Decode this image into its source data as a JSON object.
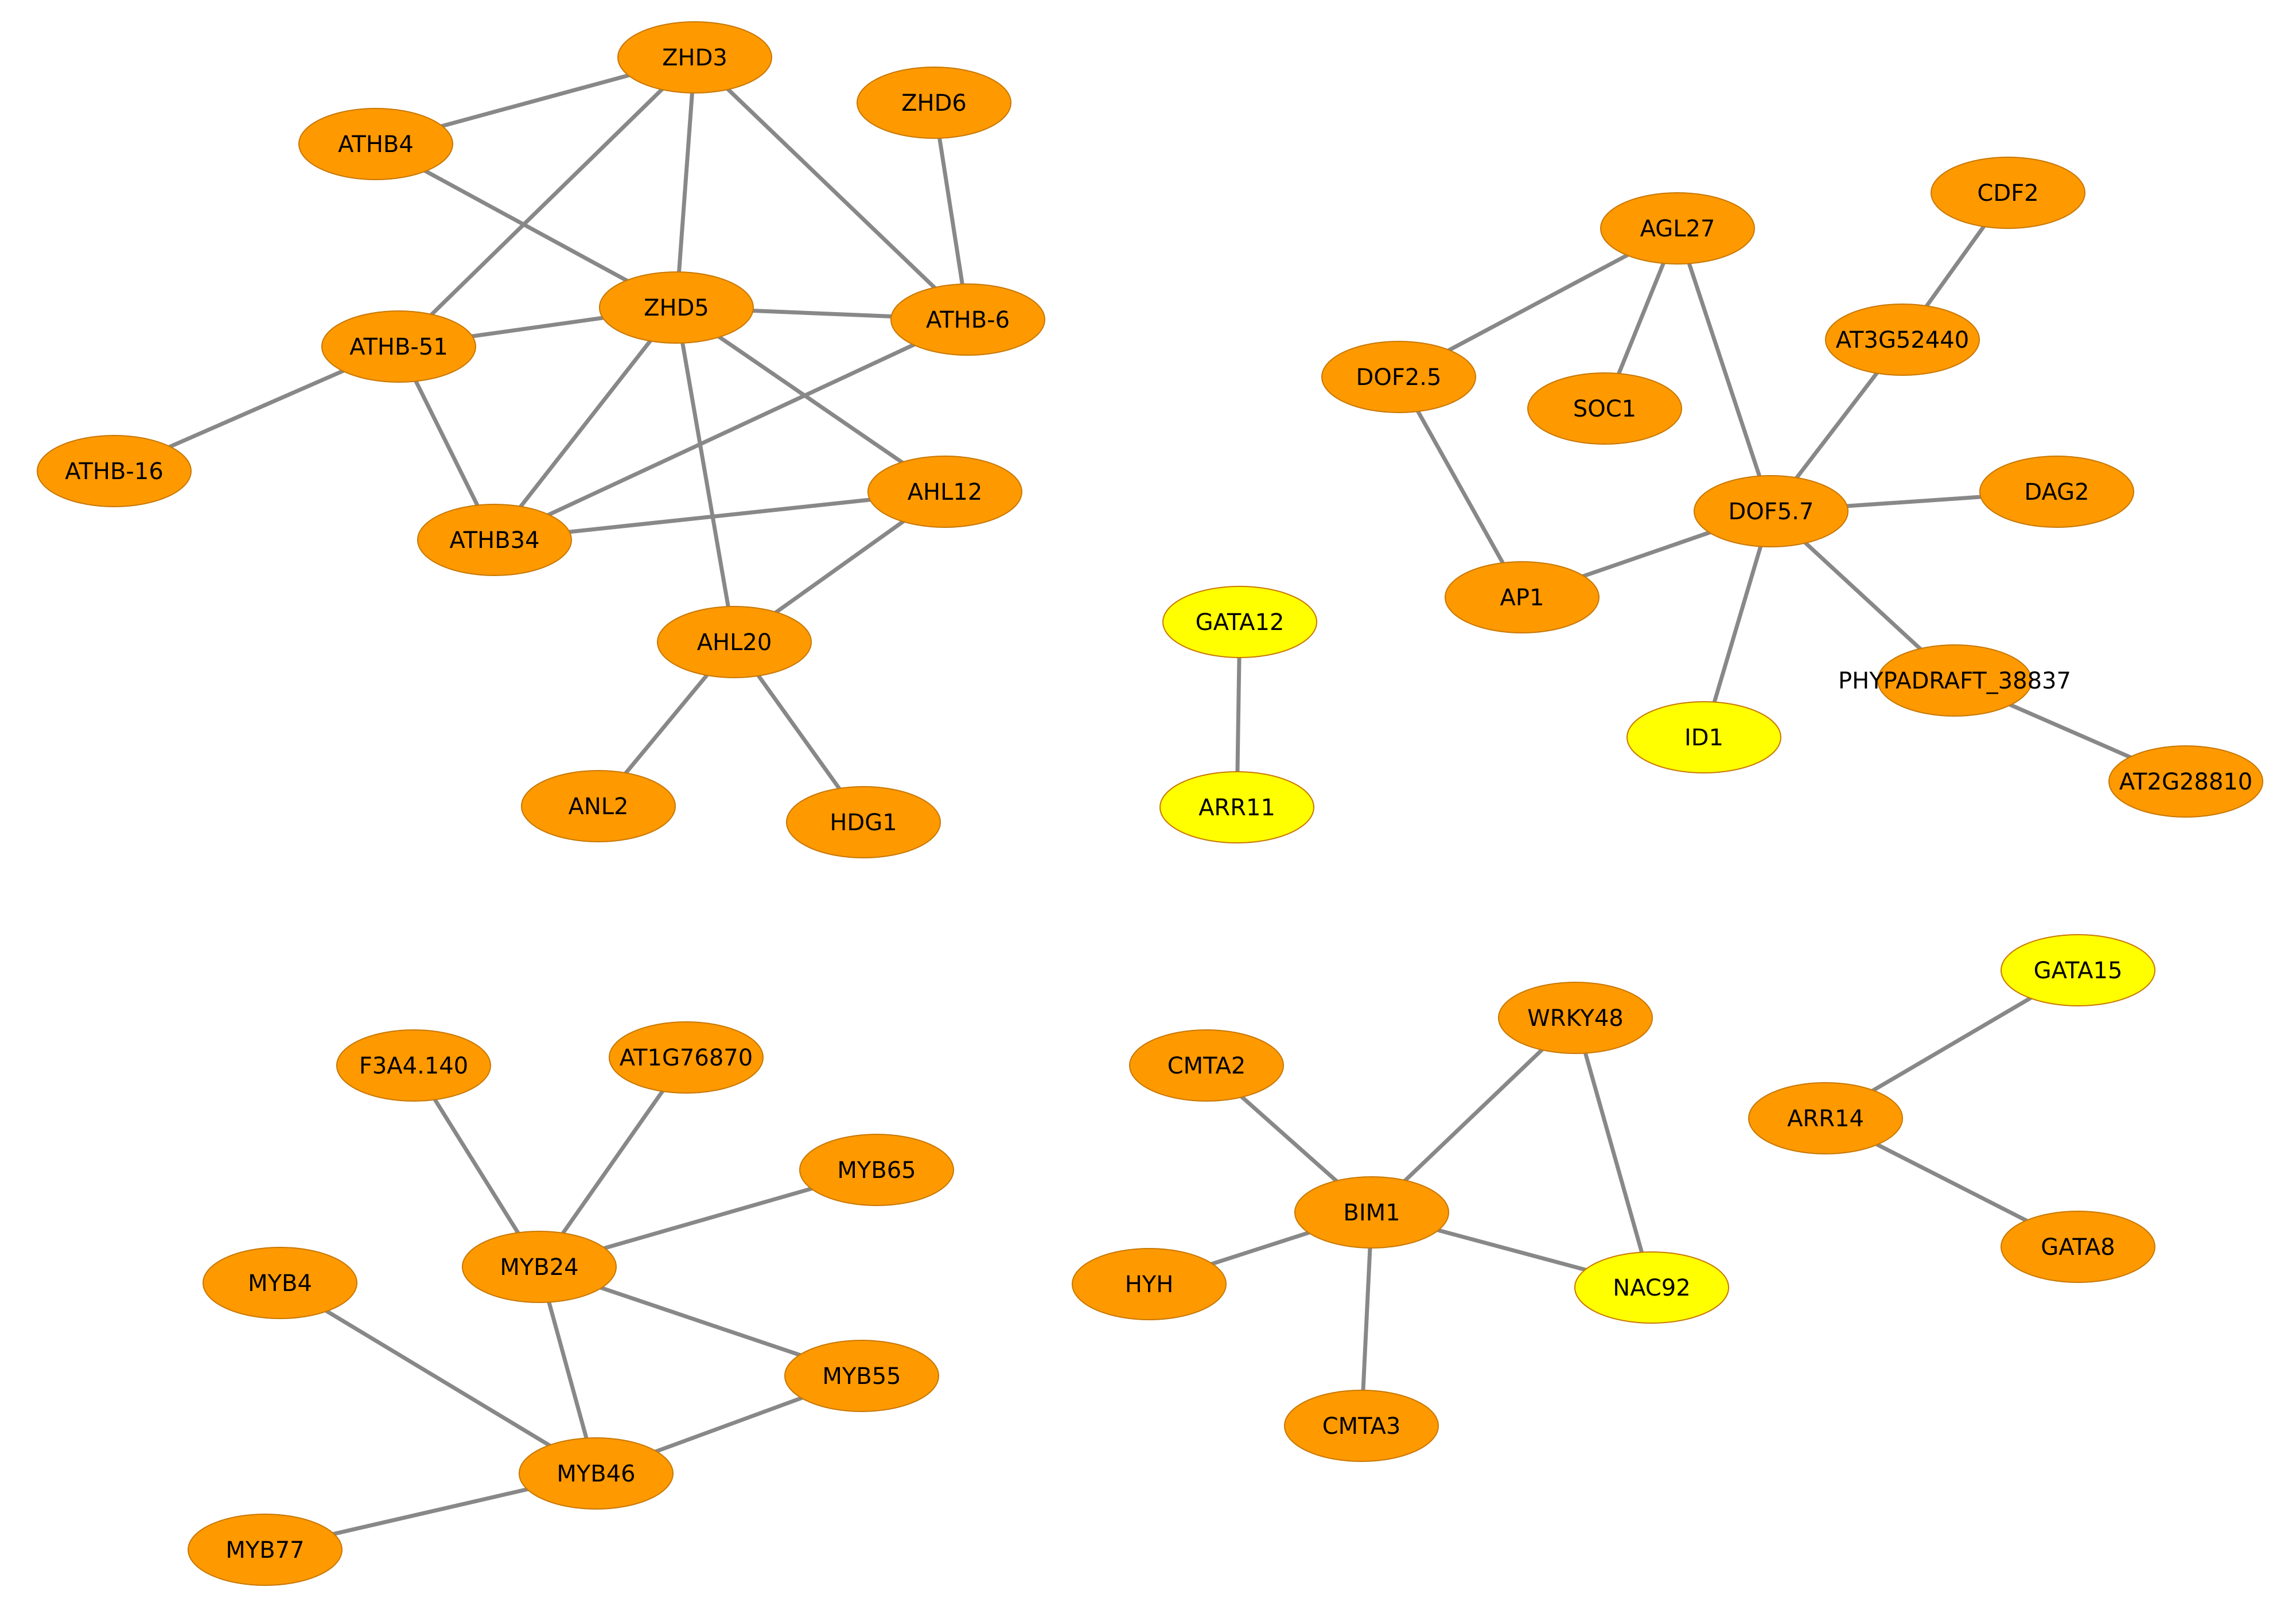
{
  "colors": {
    "orange": "#ff9900",
    "yellow": "#ffff00",
    "edge": "#888888",
    "background": "#ffffff"
  },
  "nodes": [
    {
      "id": "ZHD3",
      "label": "ZHD3",
      "color": "orange"
    },
    {
      "id": "ZHD6",
      "label": "ZHD6",
      "color": "orange"
    },
    {
      "id": "ATHB4",
      "label": "ATHB4",
      "color": "orange"
    },
    {
      "id": "ZHD5",
      "label": "ZHD5",
      "color": "orange"
    },
    {
      "id": "ATHB-6",
      "label": "ATHB-6",
      "color": "orange"
    },
    {
      "id": "ATHB-51",
      "label": "ATHB-51",
      "color": "orange"
    },
    {
      "id": "ATHB-16",
      "label": "ATHB-16",
      "color": "orange"
    },
    {
      "id": "AHL12",
      "label": "AHL12",
      "color": "orange"
    },
    {
      "id": "ATHB34",
      "label": "ATHB34",
      "color": "orange"
    },
    {
      "id": "AHL20",
      "label": "AHL20",
      "color": "orange"
    },
    {
      "id": "ANL2",
      "label": "ANL2",
      "color": "orange"
    },
    {
      "id": "HDG1",
      "label": "HDG1",
      "color": "orange"
    },
    {
      "id": "GATA12",
      "label": "GATA12",
      "color": "yellow"
    },
    {
      "id": "ARR11",
      "label": "ARR11",
      "color": "yellow"
    },
    {
      "id": "AGL27",
      "label": "AGL27",
      "color": "orange"
    },
    {
      "id": "CDF2",
      "label": "CDF2",
      "color": "orange"
    },
    {
      "id": "DOF2.5",
      "label": "DOF2.5",
      "color": "orange"
    },
    {
      "id": "AT3G52440",
      "label": "AT3G52440",
      "color": "orange"
    },
    {
      "id": "SOC1",
      "label": "SOC1",
      "color": "orange"
    },
    {
      "id": "DOF5.7",
      "label": "DOF5.7",
      "color": "orange"
    },
    {
      "id": "DAG2",
      "label": "DAG2",
      "color": "orange"
    },
    {
      "id": "AP1",
      "label": "AP1",
      "color": "orange"
    },
    {
      "id": "PHYPADRAFT_38837",
      "label": "PHYPADRAFT_38837",
      "color": "orange"
    },
    {
      "id": "ID1",
      "label": "ID1",
      "color": "yellow"
    },
    {
      "id": "AT2G28810",
      "label": "AT2G28810",
      "color": "orange"
    },
    {
      "id": "F3A4.140",
      "label": "F3A4.140",
      "color": "orange"
    },
    {
      "id": "AT1G76870",
      "label": "AT1G76870",
      "color": "orange"
    },
    {
      "id": "MYB65",
      "label": "MYB65",
      "color": "orange"
    },
    {
      "id": "MYB4",
      "label": "MYB4",
      "color": "orange"
    },
    {
      "id": "MYB24",
      "label": "MYB24",
      "color": "orange"
    },
    {
      "id": "MYB55",
      "label": "MYB55",
      "color": "orange"
    },
    {
      "id": "MYB46",
      "label": "MYB46",
      "color": "orange"
    },
    {
      "id": "MYB77",
      "label": "MYB77",
      "color": "orange"
    },
    {
      "id": "CMTA2",
      "label": "CMTA2",
      "color": "orange"
    },
    {
      "id": "WRKY48",
      "label": "WRKY48",
      "color": "orange"
    },
    {
      "id": "BIM1",
      "label": "BIM1",
      "color": "orange"
    },
    {
      "id": "HYH",
      "label": "HYH",
      "color": "orange"
    },
    {
      "id": "NAC92",
      "label": "NAC92",
      "color": "yellow"
    },
    {
      "id": "CMTA3",
      "label": "CMTA3",
      "color": "orange"
    },
    {
      "id": "GATA15",
      "label": "GATA15",
      "color": "yellow"
    },
    {
      "id": "ARR14",
      "label": "ARR14",
      "color": "orange"
    },
    {
      "id": "GATA8",
      "label": "GATA8",
      "color": "orange"
    }
  ],
  "edges": [
    [
      "ZHD3",
      "ATHB4"
    ],
    [
      "ZHD3",
      "ZHD5"
    ],
    [
      "ZHD3",
      "ATHB-51"
    ],
    [
      "ZHD3",
      "ATHB-6"
    ],
    [
      "ZHD6",
      "ATHB-6"
    ],
    [
      "ATHB4",
      "ZHD5"
    ],
    [
      "ZHD5",
      "ATHB-6"
    ],
    [
      "ZHD5",
      "ATHB-51"
    ],
    [
      "ZHD5",
      "ATHB34"
    ],
    [
      "ZHD5",
      "AHL12"
    ],
    [
      "ZHD5",
      "AHL20"
    ],
    [
      "ATHB-51",
      "ATHB-16"
    ],
    [
      "ATHB-51",
      "ATHB34"
    ],
    [
      "ATHB-6",
      "ATHB34"
    ],
    [
      "ATHB34",
      "AHL12"
    ],
    [
      "AHL12",
      "AHL20"
    ],
    [
      "AHL20",
      "ANL2"
    ],
    [
      "AHL20",
      "HDG1"
    ],
    [
      "GATA12",
      "ARR11"
    ],
    [
      "AGL27",
      "DOF2.5"
    ],
    [
      "AGL27",
      "SOC1"
    ],
    [
      "AGL27",
      "DOF5.7"
    ],
    [
      "CDF2",
      "AT3G52440"
    ],
    [
      "AT3G52440",
      "DOF5.7"
    ],
    [
      "DOF2.5",
      "AP1"
    ],
    [
      "DOF5.7",
      "DAG2"
    ],
    [
      "DOF5.7",
      "AP1"
    ],
    [
      "DOF5.7",
      "ID1"
    ],
    [
      "DOF5.7",
      "PHYPADRAFT_38837"
    ],
    [
      "PHYPADRAFT_38837",
      "AT2G28810"
    ],
    [
      "F3A4.140",
      "MYB24"
    ],
    [
      "AT1G76870",
      "MYB24"
    ],
    [
      "MYB65",
      "MYB24"
    ],
    [
      "MYB24",
      "MYB55"
    ],
    [
      "MYB24",
      "MYB46"
    ],
    [
      "MYB4",
      "MYB46"
    ],
    [
      "MYB55",
      "MYB46"
    ],
    [
      "MYB46",
      "MYB77"
    ],
    [
      "CMTA2",
      "BIM1"
    ],
    [
      "WRKY48",
      "BIM1"
    ],
    [
      "WRKY48",
      "NAC92"
    ],
    [
      "BIM1",
      "HYH"
    ],
    [
      "BIM1",
      "NAC92"
    ],
    [
      "BIM1",
      "CMTA3"
    ],
    [
      "GATA15",
      "ARR14"
    ],
    [
      "ARR14",
      "GATA8"
    ]
  ]
}
